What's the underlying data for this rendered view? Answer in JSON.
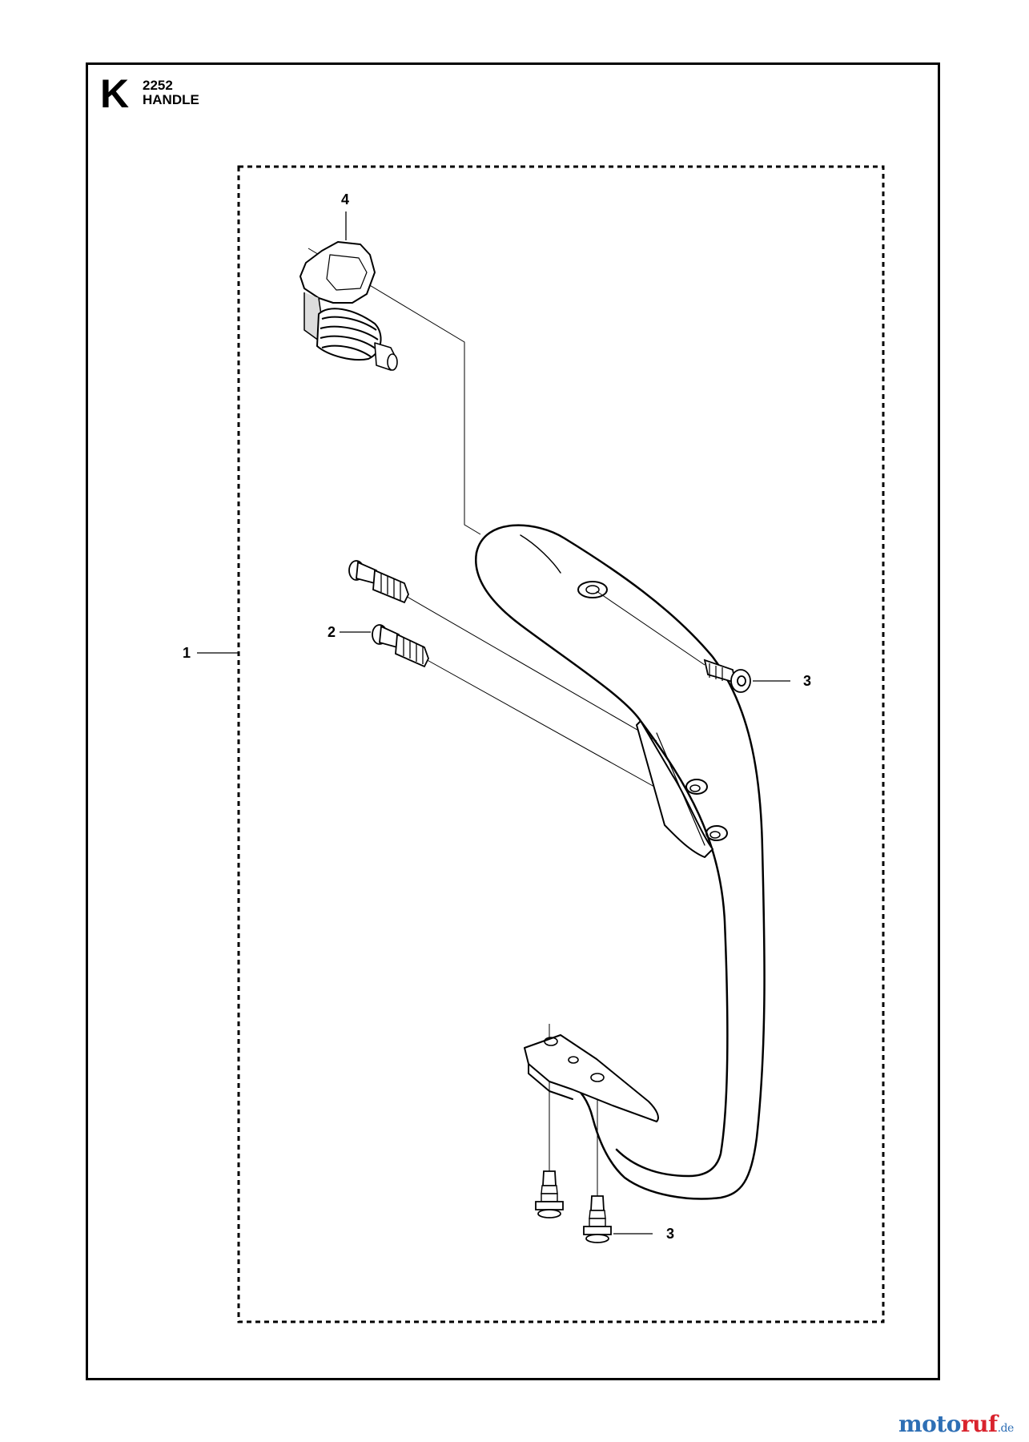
{
  "header": {
    "section_letter": "K",
    "section_code": "2252",
    "section_title": "HANDLE"
  },
  "callouts": [
    {
      "id": "c1",
      "label": "1"
    },
    {
      "id": "c2",
      "label": "2"
    },
    {
      "id": "c3a",
      "label": "3"
    },
    {
      "id": "c3b",
      "label": "3"
    },
    {
      "id": "c4",
      "label": "4"
    }
  ],
  "watermark": {
    "part_a": "moto",
    "part_b": "ruf",
    "part_c": ".de"
  },
  "colors": {
    "line": "#000000",
    "watermark_blue": "#2e6fb5",
    "watermark_red": "#d9232d"
  }
}
